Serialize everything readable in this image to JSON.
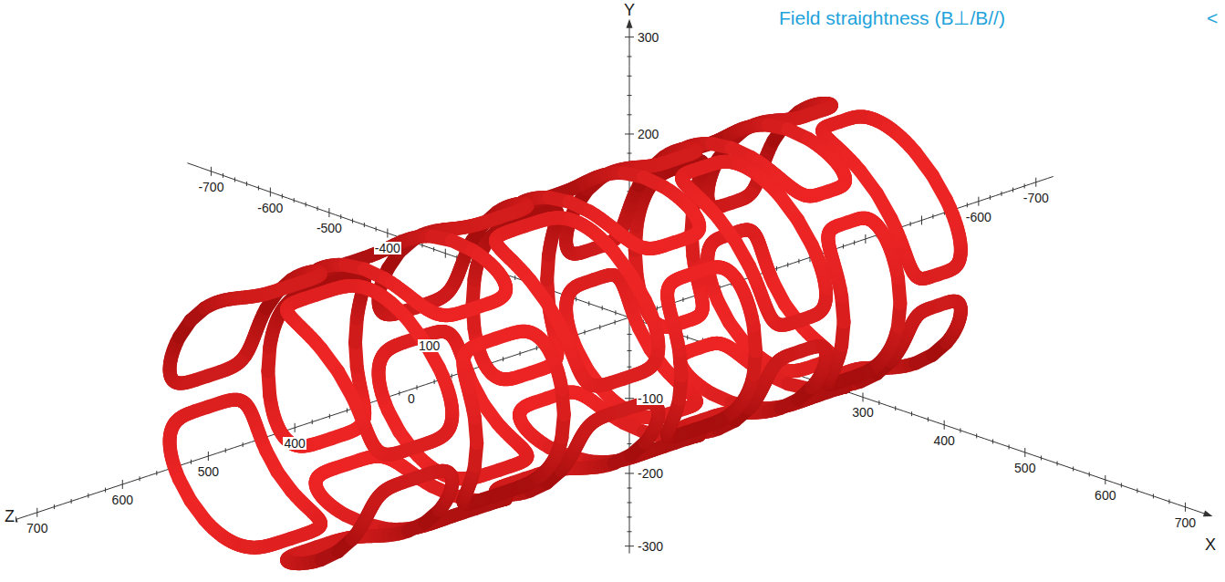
{
  "diagram": {
    "title": "Field straightness (B⊥/B//)",
    "labels": [
      "<",
      "Y",
      "300",
      "200",
      "-100",
      "-200",
      "-300",
      "X",
      "-700",
      "-600",
      "-500",
      "-400",
      "300",
      "400",
      "500",
      "600",
      "700",
      "Z",
      "700",
      "600",
      "500",
      "400",
      "-600",
      "-700",
      "100",
      "0"
    ]
  }
}
